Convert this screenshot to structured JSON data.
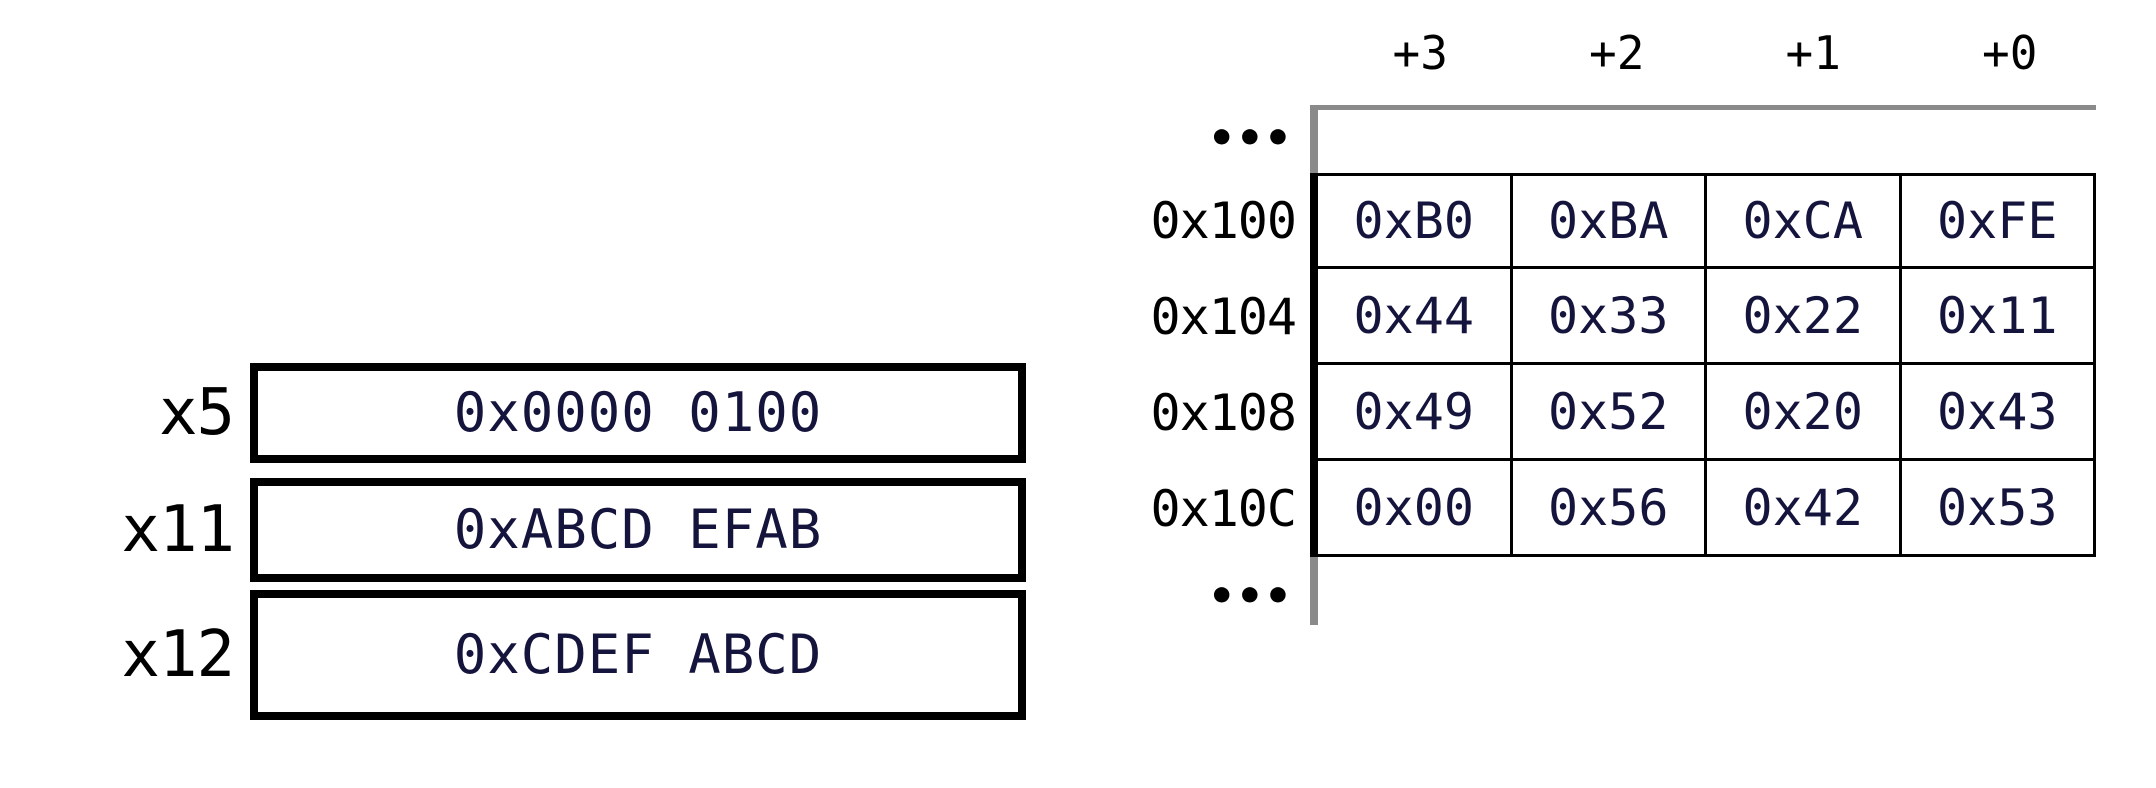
{
  "registers": {
    "rows": [
      {
        "name": "x5",
        "value": "0x0000 0100"
      },
      {
        "name": "x11",
        "value": "0xABCD EFAB"
      },
      {
        "name": "x12",
        "value": "0xCDEF ABCD"
      }
    ]
  },
  "memory": {
    "column_headers": [
      "+3",
      "+2",
      "+1",
      "+0"
    ],
    "ellipsis_mark": "•••",
    "rows": [
      {
        "address": "0x100",
        "bytes": [
          "0xB0",
          "0xBA",
          "0xCA",
          "0xFE"
        ]
      },
      {
        "address": "0x104",
        "bytes": [
          "0x44",
          "0x33",
          "0x22",
          "0x11"
        ]
      },
      {
        "address": "0x108",
        "bytes": [
          "0x49",
          "0x52",
          "0x20",
          "0x43"
        ]
      },
      {
        "address": "0x10C",
        "bytes": [
          "0x00",
          "0x56",
          "0x42",
          "0x53"
        ]
      }
    ]
  },
  "colors": {
    "value_text": "#14143c",
    "label_text": "#000000",
    "cell_border": "#000000",
    "memory_left_bar": "#000000",
    "ellipsis_bar": "#8a8a8a",
    "background": "#ffffff"
  }
}
